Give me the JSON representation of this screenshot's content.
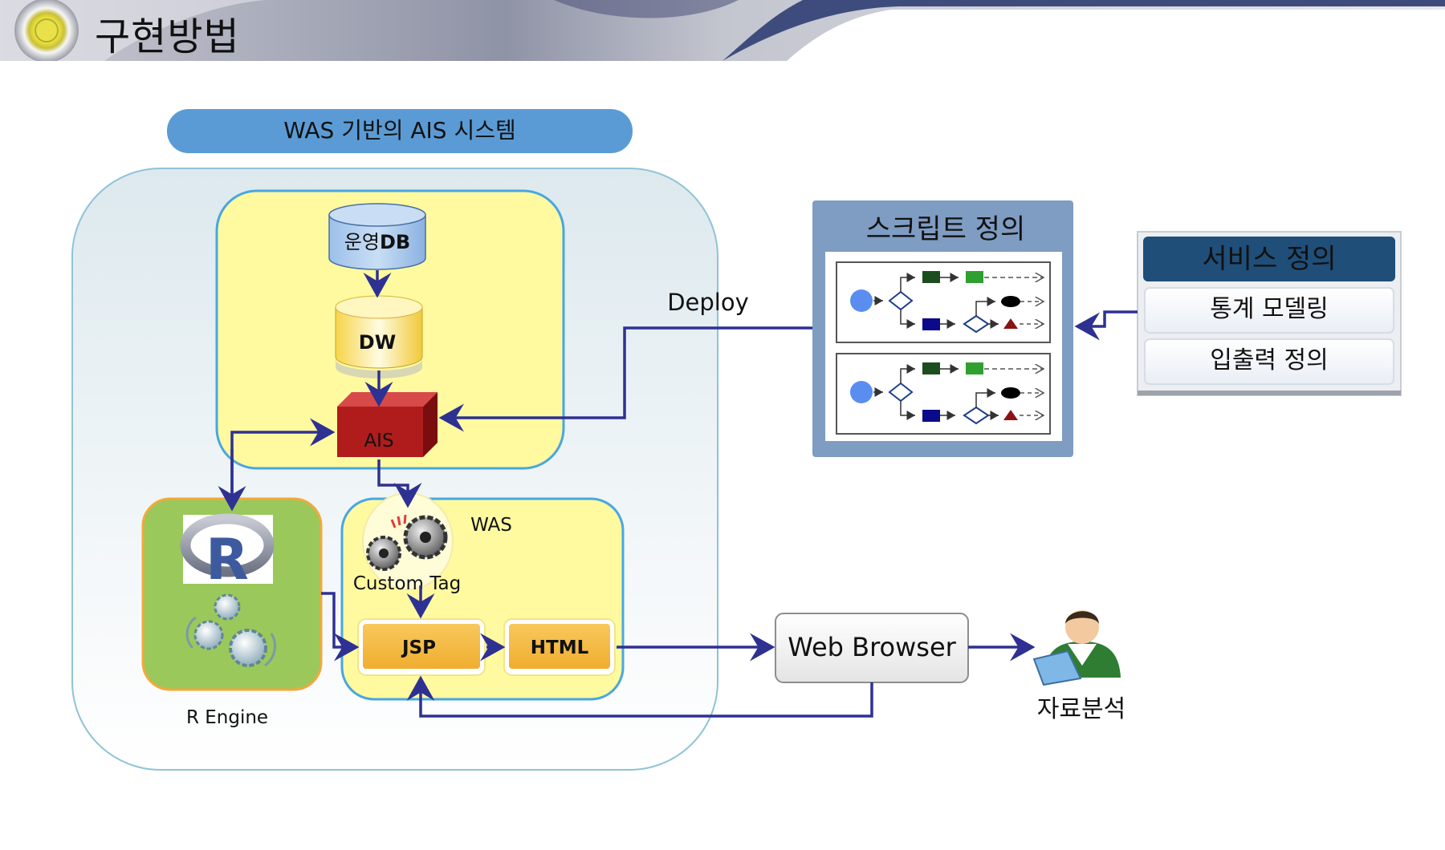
{
  "header": {
    "title": "구현방법"
  },
  "system": {
    "title": "WAS 기반의 AIS 시스템",
    "db_label_ko": "운영",
    "db_label_en": "DB",
    "dw_label": "DW",
    "ais_label": "AIS",
    "was_label": "WAS",
    "custom_tag_label": "Custom Tag",
    "jsp_label": "JSP",
    "html_label": "HTML",
    "r_engine_label": "R Engine",
    "r_logo_letter": "R"
  },
  "script": {
    "title": "스크립트 정의",
    "deploy_label": "Deploy"
  },
  "service": {
    "title": "서비스 정의",
    "items": [
      "통계 모델링",
      "입출력 정의"
    ]
  },
  "browser": {
    "label": "Web Browser"
  },
  "user": {
    "label": "자료분석"
  },
  "colors": {
    "arrow": "#2e3192",
    "yellow_box": "#fffaa0",
    "blue_border": "#4aa6e0",
    "green_box": "#9bc85a",
    "orange_border": "#f2a93b",
    "jsp_fill": "#f5b942",
    "ais_red": "#b01c1c",
    "script_panel": "#7f9cc2",
    "service_header": "#1f4e79",
    "title_pill": "#5b9bd5"
  }
}
